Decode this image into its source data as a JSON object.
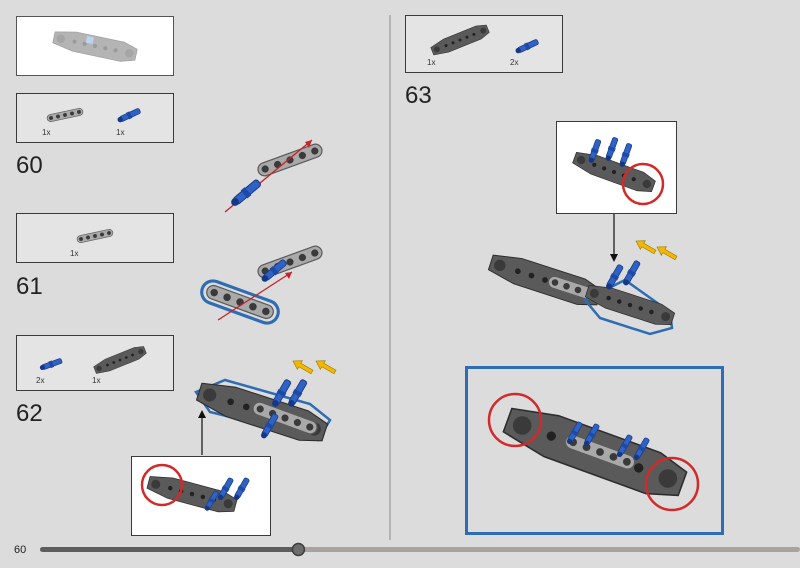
{
  "page": {
    "number": "60",
    "progress": 0.34
  },
  "steps": [
    {
      "number": "60",
      "parts": [
        {
          "qty": "1x",
          "name": "grey-beam-5"
        },
        {
          "qty": "1x",
          "name": "blue-pin"
        }
      ]
    },
    {
      "number": "61",
      "parts": [
        {
          "qty": "1x",
          "name": "grey-beam-5"
        }
      ]
    },
    {
      "number": "62",
      "parts": [
        {
          "qty": "2x",
          "name": "blue-pin"
        },
        {
          "qty": "1x",
          "name": "dark-grey-frame"
        }
      ]
    },
    {
      "number": "63",
      "parts": [
        {
          "qty": "1x",
          "name": "dark-grey-frame"
        },
        {
          "qty": "2x",
          "name": "blue-pin"
        }
      ]
    }
  ],
  "colors": {
    "background": "#dcdcdc",
    "highlight_blue": "#2e6db4",
    "circle_red": "#d12a2a",
    "arrow_red": "#c9212a",
    "arrow_yellow": "#f2b800"
  }
}
